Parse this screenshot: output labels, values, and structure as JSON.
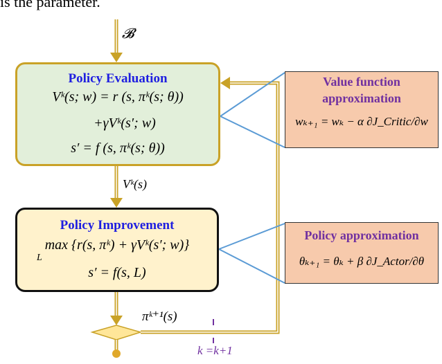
{
  "header": {
    "fragment": "is the parameter."
  },
  "inputs": {
    "batch": "𝓑"
  },
  "evaluation": {
    "title": "Policy Evaluation",
    "eq1": "Vᵏ(s; w) = r (s, πᵏ(s; θ))",
    "eq2": "+γVᵏ(s′; w)",
    "eq3": "s′ = f (s, πᵏ(s; θ))"
  },
  "value_label": "Vᵏ(s)",
  "improvement": {
    "title": "Policy Improvement",
    "eq1": "max {r(s, πᵏ) + γVᵏ(s′; w)}",
    "eq1_sub": "L",
    "eq2": "s′ = f(s, L)"
  },
  "policy_label": "πᵏ⁺¹(s)",
  "iteration_label": "k =k+1",
  "value_function_box": {
    "title_line1": "Value function",
    "title_line2": "approximation",
    "equation": "wₖ₊₁ = wₖ − α ∂J_Critic/∂w"
  },
  "policy_approx_box": {
    "title": "Policy  approximation",
    "equation": "θₖ₊₁ = θₖ + β ∂J_Actor/∂θ"
  },
  "colors": {
    "flow": "#c9a227",
    "connector": "#5b9bd5",
    "blue_title": "#1f1fe0",
    "purple_title": "#7030a0",
    "eval_fill": "#e2efda",
    "impr_fill": "#fff2cc",
    "side_fill": "#f7caac"
  }
}
